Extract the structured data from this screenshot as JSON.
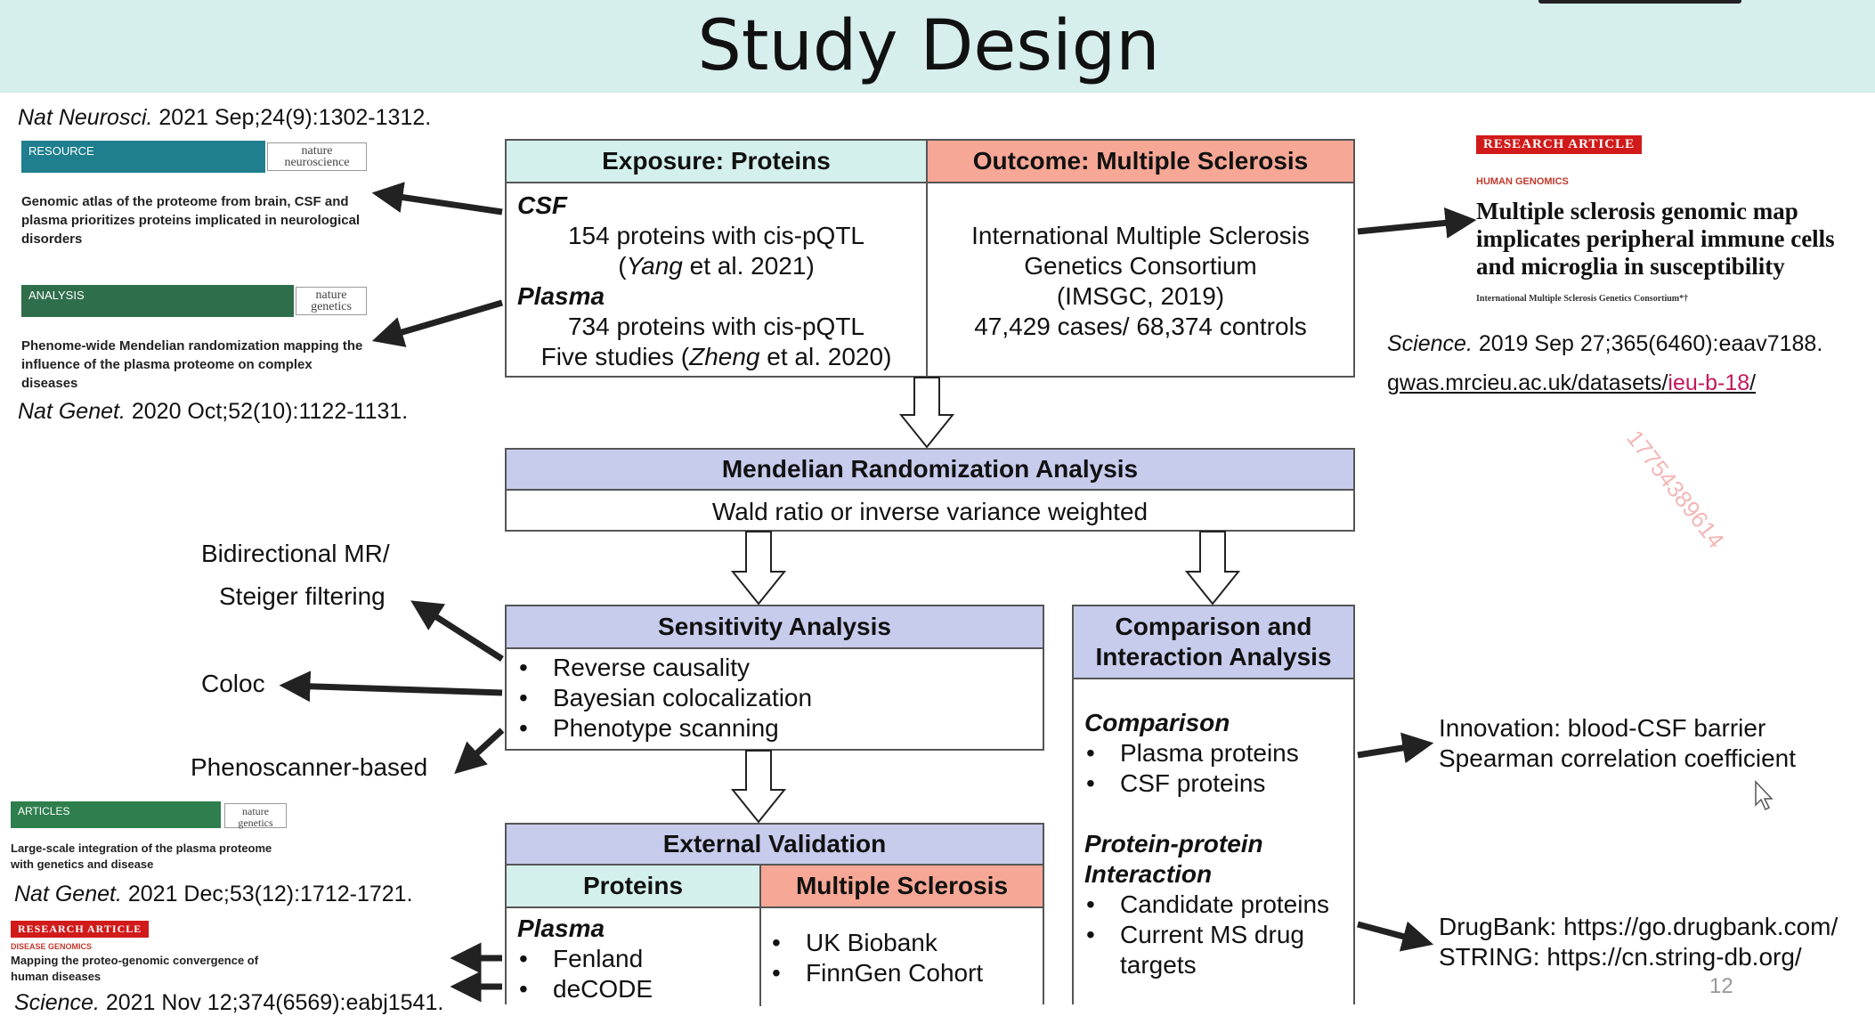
{
  "title": "Study Design",
  "slide_number": "12",
  "watermark_text": "17754389614",
  "left_refs": {
    "ref1": {
      "journal": "Nat Neurosci.",
      "detail": " 2021 Sep;24(9):1302-1312."
    },
    "thumb1": {
      "tag": "RESOURCE",
      "journal": "nature neuroscience",
      "text": "Genomic atlas of the proteome from brain, CSF and plasma prioritizes proteins implicated in neurological disorders"
    },
    "thumb2": {
      "tag": "ANALYSIS",
      "journal": "nature genetics",
      "text": "Phenome-wide Mendelian randomization mapping the influence of the plasma proteome on complex diseases"
    },
    "ref2": {
      "journal": "Nat Genet.",
      "detail": " 2020 Oct;52(10):1122-1131."
    },
    "thumb3": {
      "tag": "ARTICLES",
      "journal": "nature genetics",
      "text": "Large-scale integration of the plasma proteome with genetics and disease"
    },
    "ref3": {
      "journal": "Nat Genet.",
      "detail": " 2021 Dec;53(12):1712-1721."
    },
    "thumb4": {
      "badge": "RESEARCH ARTICLE",
      "section": "DISEASE GENOMICS",
      "text": "Mapping the proteo-genomic convergence of human diseases"
    },
    "ref4": {
      "journal": "Science.",
      "detail": " 2021 Nov 12;374(6569):eabj1541."
    }
  },
  "exposure": {
    "header": "Exposure: Proteins",
    "csf_label": "CSF",
    "csf_line1": "154 proteins with cis-pQTL",
    "csf_line2_author": "Yang",
    "csf_line2_rest": " et al. 2021)",
    "csf_line2_open": "(",
    "plasma_label": "Plasma",
    "plasma_line1": "734 proteins with cis-pQTL",
    "plasma_line2_pre": "Five studies (",
    "plasma_line2_author": "Zheng",
    "plasma_line2_rest": " et al. 2020)"
  },
  "outcome": {
    "header": "Outcome: Multiple Sclerosis",
    "line1": "International Multiple Sclerosis",
    "line2": "Genetics Consortium",
    "line3": "(IMSGC, 2019)",
    "line4": "47,429 cases/ 68,374 controls"
  },
  "right_ref": {
    "badge": "RESEARCH ARTICLE",
    "section": "HUMAN GENOMICS",
    "headline": "Multiple sclerosis genomic map implicates peripheral immune cells and microglia in susceptibility",
    "byline": "International Multiple Sclerosis Genetics Consortium*†",
    "journal": "Science.",
    "detail": " 2019 Sep 27;365(6460):eaav7188.",
    "url_prefix": "gwas.mrcieu.ac.uk/datasets/",
    "url_id": "ieu-b-18",
    "url_suffix": "/"
  },
  "mr": {
    "header": "Mendelian Randomization Analysis",
    "method": "Wald ratio or inverse variance weighted"
  },
  "sensitivity": {
    "header": "Sensitivity Analysis",
    "items": [
      "Reverse causality",
      "Bayesian colocalization",
      "Phenotype scanning"
    ]
  },
  "side_labels": {
    "bidir_line1": "Bidirectional MR/",
    "bidir_line2": "Steiger filtering",
    "coloc": "Coloc",
    "phenoscanner": "Phenoscanner-based"
  },
  "comparison": {
    "header_line1": "Comparison and",
    "header_line2": "Interaction Analysis",
    "comparison_label": "Comparison",
    "comparison_items": [
      "Plasma proteins",
      "CSF proteins"
    ],
    "ppi_label_line1": "Protein-protein",
    "ppi_label_line2": "Interaction",
    "ppi_items": [
      "Candidate proteins",
      "Current MS drug"
    ],
    "ppi_item2_cont": "targets"
  },
  "innovation": {
    "line1": "Innovation: blood-CSF barrier",
    "line2": "Spearman correlation coefficient"
  },
  "databases": {
    "line1": "DrugBank: https://go.drugbank.com/",
    "line2": "STRING: https://cn.string-db.org/"
  },
  "validation": {
    "header": "External Validation",
    "proteins_header": "Proteins",
    "ms_header": "Multiple Sclerosis",
    "plasma_label": "Plasma",
    "protein_items": [
      "Fenland",
      "deCODE"
    ],
    "ms_items": [
      "UK Biobank",
      "FinnGen Cohort"
    ]
  },
  "colors": {
    "title_band": "#d6eeec",
    "green_header": "#d3f0ec",
    "salmon_header": "#f6a796",
    "purple_header": "#c7cbec",
    "badge_red": "#d11a1a",
    "link_pink": "#c2185b"
  }
}
